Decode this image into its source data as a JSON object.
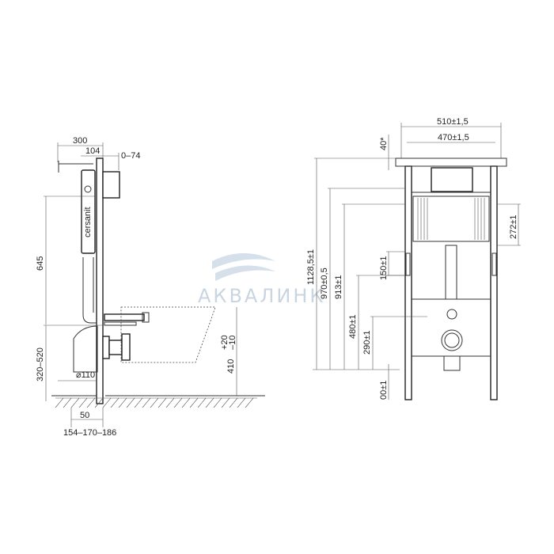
{
  "watermark": {
    "text": "АКВАЛИНК",
    "color": "#c9d5e0"
  },
  "side_view": {
    "brand": "cersanit",
    "dims": {
      "depth_total": "300",
      "depth_frame": "104",
      "wall_offset": "0–74",
      "height_cistern": "645",
      "height_range": "320–520",
      "pipe_diameter": "⌀110",
      "leg_offset": "50",
      "leg_range": "154–170–186",
      "bowl_height": "410",
      "bowl_tolerance_plus": "+20",
      "bowl_tolerance_minus": "–10"
    }
  },
  "front_view": {
    "dims": {
      "width_outer": "510±1,5",
      "width_inner": "470±1,5",
      "top_offset": "40*",
      "height_total": "1128,5±1",
      "height_button": "970±0,5",
      "height_cistern": "913±1",
      "height_support": "480±1",
      "height_outlet": "290±1",
      "bracket_span": "150±1",
      "cistern_span": "272±1",
      "floor_offset": "00±1"
    }
  }
}
